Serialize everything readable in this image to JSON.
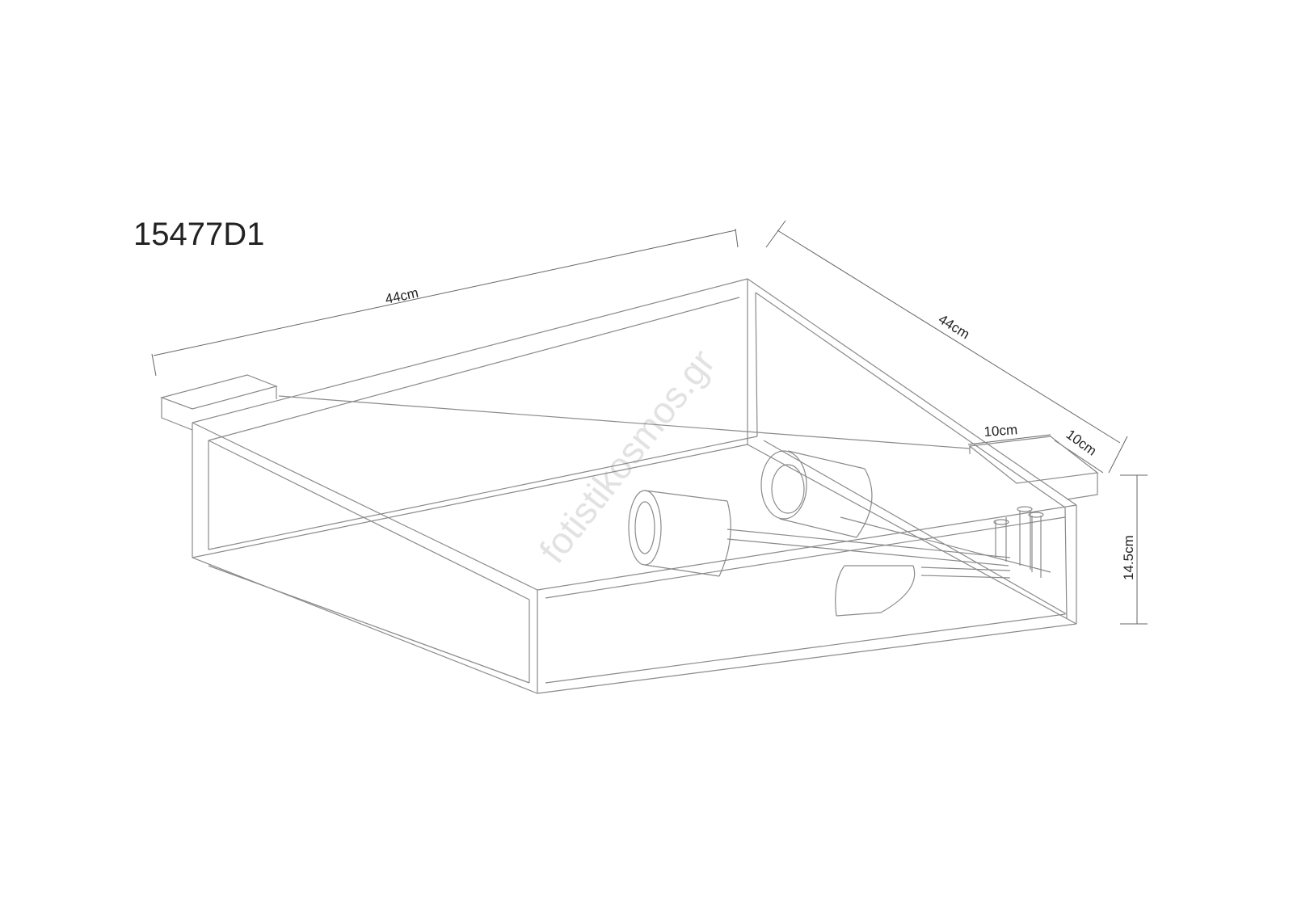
{
  "title": "15477D1",
  "dimensions": {
    "width": "44cm",
    "depth": "44cm",
    "plate_width": "10cm",
    "plate_depth": "10cm",
    "height": "14.5cm"
  },
  "watermark": "fotistikosmos.gr"
}
